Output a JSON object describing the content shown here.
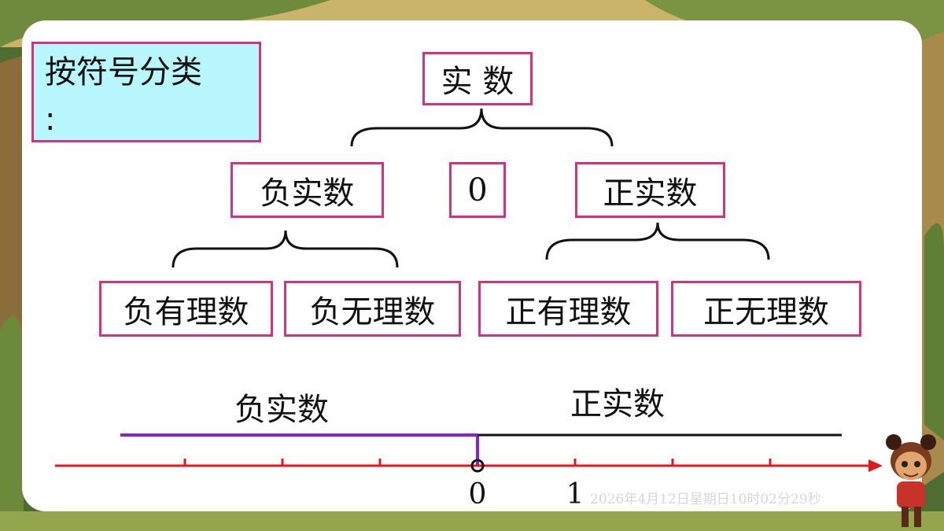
{
  "classification_label": "按符号分类",
  "classification_colon": ":",
  "tree": {
    "root": "实 数",
    "zero": "0",
    "negative": "负实数",
    "positive": "正实数",
    "neg_rational": "负有理数",
    "neg_irrational": "负无理数",
    "pos_rational": "正有理数",
    "pos_irrational": "正无理数"
  },
  "number_line": {
    "negative_label": "负实数",
    "positive_label": "正实数",
    "tick_values": [
      -3,
      -2,
      -1,
      0,
      1,
      2,
      3
    ],
    "printed_labels": [
      {
        "value": 0,
        "text": "0"
      },
      {
        "value": 1,
        "text": "1"
      }
    ],
    "colors": {
      "axis": "#e8161c",
      "negative_range": "#8a1fd6",
      "positive_range": "#111111"
    }
  },
  "timestamp": "2026年4月12日星期日10时02分29秒",
  "colors": {
    "box_border": "#d6317f",
    "label_box_fill": "#b9f7ff",
    "card": "#ffffff"
  }
}
